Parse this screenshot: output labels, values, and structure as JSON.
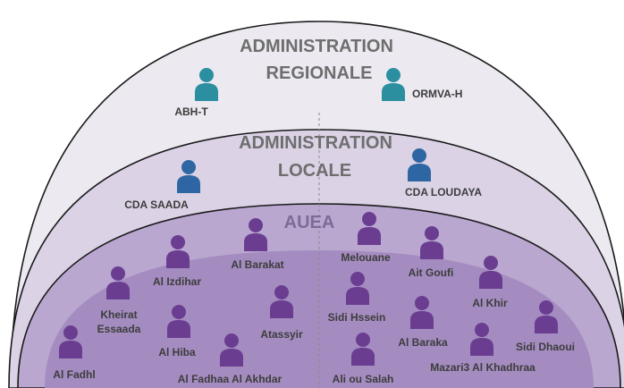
{
  "tiers": {
    "regional": {
      "title_line1": "ADMINISTRATION",
      "title_line2": "REGIONALE",
      "color": "#ece9f1"
    },
    "local": {
      "title_line1": "ADMINISTRATION",
      "title_line2": "LOCALE",
      "color": "#dcd2e6"
    },
    "auea": {
      "title": "AUEA",
      "color": "#b9a7d0",
      "inner_color": "#a48cc0"
    }
  },
  "colors": {
    "regional_icon": "#2b8fa0",
    "local_icon": "#2e66a3",
    "auea_icon": "#6a3d91",
    "outline": "#1a1a1a",
    "divider": "#8a8a8a"
  },
  "actors": {
    "regional": [
      {
        "id": "abh-t",
        "label": "ABH-T",
        "icon": "person-icon"
      },
      {
        "id": "ormva-h",
        "label": "ORMVA-H",
        "icon": "person-icon"
      }
    ],
    "local": [
      {
        "id": "cda-saada",
        "label": "CDA SAADA",
        "icon": "person-icon"
      },
      {
        "id": "cda-loudaya",
        "label": "CDA LOUDAYA",
        "icon": "person-icon"
      }
    ],
    "auea": [
      {
        "id": "al-barakat",
        "label": "Al Barakat"
      },
      {
        "id": "al-izdihar",
        "label": "Al Izdihar"
      },
      {
        "id": "kheirat-essaada",
        "label_line1": "Kheirat",
        "label_line2": "Essaada"
      },
      {
        "id": "al-hiba",
        "label": "Al Hiba"
      },
      {
        "id": "atassyir",
        "label": "Atassyir"
      },
      {
        "id": "al-fadhl",
        "label": "Al Fadhl"
      },
      {
        "id": "al-fadhaa-al-akhdar",
        "label": "Al Fadhaa Al Akhdar"
      },
      {
        "id": "melouane",
        "label": "Melouane"
      },
      {
        "id": "ait-goufi",
        "label": "Ait Goufi"
      },
      {
        "id": "al-khir",
        "label": "Al Khir"
      },
      {
        "id": "sidi-hssein",
        "label": "Sidi Hssein"
      },
      {
        "id": "al-baraka",
        "label": "Al Baraka"
      },
      {
        "id": "sidi-dhaoui",
        "label": "Sidi Dhaoui"
      },
      {
        "id": "ali-ou-salah",
        "label": "Ali ou Salah"
      },
      {
        "id": "mazari3-al-khadhraa",
        "label": "Mazari3 Al Khadhraa"
      }
    ]
  }
}
